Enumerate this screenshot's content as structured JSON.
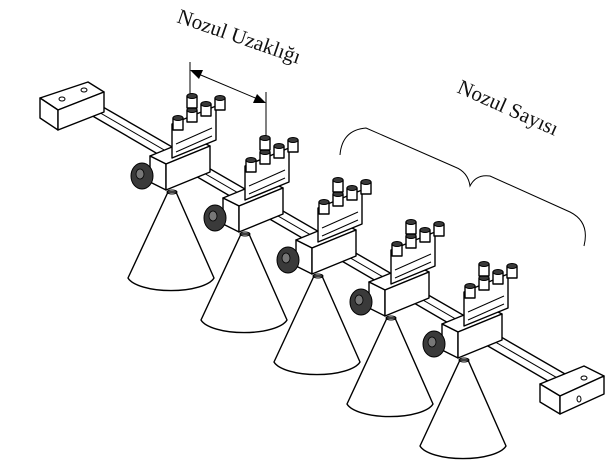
{
  "labels": {
    "spacing": "Nozul Uzaklığı",
    "count": "Nozul Sayısı"
  },
  "diagram": {
    "nozzle_units": 5,
    "spray_shape": "cone",
    "colors": {
      "line": "#000000",
      "background": "#ffffff",
      "knob": "#3a3a3a"
    }
  }
}
